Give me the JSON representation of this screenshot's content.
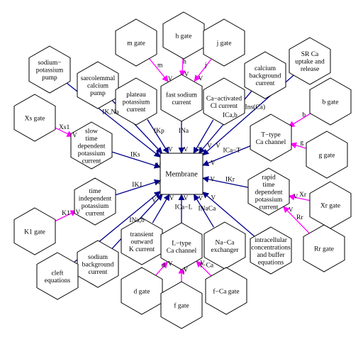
{
  "nodes": [
    {
      "id": "membrane",
      "shape": "box",
      "lines": [
        "Membrane"
      ]
    },
    {
      "id": "m_gate",
      "shape": "hex",
      "lines": [
        "m gate"
      ]
    },
    {
      "id": "h_gate",
      "shape": "hex",
      "lines": [
        "h gate"
      ]
    },
    {
      "id": "j_gate",
      "shape": "hex",
      "lines": [
        "j gate"
      ]
    },
    {
      "id": "sodium_potassium_pump",
      "shape": "hex",
      "lines": [
        "sodium−",
        "potassium",
        "pump"
      ]
    },
    {
      "id": "sarcolemmal_calcium_pump",
      "shape": "hex",
      "lines": [
        "sarcolemmal",
        "calcium",
        "pump"
      ]
    },
    {
      "id": "calcium_background_current",
      "shape": "hex",
      "lines": [
        "calcium",
        "background",
        "current"
      ]
    },
    {
      "id": "sr_ca",
      "shape": "hex",
      "lines": [
        "SR Ca",
        "uptake and",
        "release"
      ]
    },
    {
      "id": "plateau_potassium_current",
      "shape": "hex",
      "lines": [
        "plateau",
        "potassium",
        "current"
      ]
    },
    {
      "id": "fast_sodium_current",
      "shape": "hex",
      "lines": [
        "fast sodium",
        "current"
      ]
    },
    {
      "id": "ca_activated_cl_current",
      "shape": "hex",
      "lines": [
        "Ca−activated",
        "Cl current"
      ]
    },
    {
      "id": "b_gate",
      "shape": "hex",
      "lines": [
        "b gate"
      ]
    },
    {
      "id": "xs_gate",
      "shape": "hex",
      "lines": [
        "Xs gate"
      ]
    },
    {
      "id": "slow_time_dependent_potassium_current",
      "shape": "hex",
      "lines": [
        "slow",
        "time",
        "dependent",
        "potassium",
        "current"
      ]
    },
    {
      "id": "t_type_ca_channel",
      "shape": "hex",
      "lines": [
        "T−type",
        "Ca channel"
      ]
    },
    {
      "id": "g_gate",
      "shape": "hex",
      "lines": [
        "g gate"
      ]
    },
    {
      "id": "rapid_time_dependent_potassium_current",
      "shape": "hex",
      "lines": [
        "rapid",
        "time",
        "dependent",
        "potassium",
        "current"
      ]
    },
    {
      "id": "time_independent_potassium_current",
      "shape": "hex",
      "lines": [
        "time",
        "independent",
        "potassium",
        "current"
      ]
    },
    {
      "id": "xr_gate",
      "shape": "hex",
      "lines": [
        "Xr gate"
      ]
    },
    {
      "id": "k1_gate",
      "shape": "hex",
      "lines": [
        "K1 gate"
      ]
    },
    {
      "id": "transient_outward_k_current",
      "shape": "hex",
      "lines": [
        "transient",
        "outward",
        "K current"
      ]
    },
    {
      "id": "l_type_ca_channel",
      "shape": "hex",
      "lines": [
        "L−type",
        "Ca channel"
      ]
    },
    {
      "id": "na_ca_exchanger",
      "shape": "hex",
      "lines": [
        "Na−Ca",
        "exchanger"
      ]
    },
    {
      "id": "intracellular_concentrations",
      "shape": "hex",
      "lines": [
        "intracellular",
        "concentrations",
        "and buffer",
        "equations"
      ]
    },
    {
      "id": "rr_gate",
      "shape": "hex",
      "lines": [
        "Rr gate"
      ]
    },
    {
      "id": "sodium_background_current",
      "shape": "hex",
      "lines": [
        "sodium",
        "background",
        "current"
      ]
    },
    {
      "id": "cleft_equations",
      "shape": "hex",
      "lines": [
        "cleft",
        "equations"
      ]
    },
    {
      "id": "d_gate",
      "shape": "hex",
      "lines": [
        "d gate"
      ]
    },
    {
      "id": "f_gate",
      "shape": "hex",
      "lines": [
        "f gate"
      ]
    },
    {
      "id": "f_ca_gate",
      "shape": "hex",
      "lines": [
        "f−Ca gate"
      ]
    }
  ],
  "edges": [
    {
      "from": "m_gate",
      "to": "fast_sodium_current",
      "color": "#ff00ff",
      "label": "m",
      "end_label": "V"
    },
    {
      "from": "h_gate",
      "to": "fast_sodium_current",
      "color": "#ff00ff",
      "label": "h",
      "end_label": "V"
    },
    {
      "from": "j_gate",
      "to": "fast_sodium_current",
      "color": "#ff00ff",
      "label": "j",
      "end_label": "V"
    },
    {
      "from": "b_gate",
      "to": "t_type_ca_channel",
      "color": "#ff00ff",
      "label": "b",
      "end_label": ""
    },
    {
      "from": "g_gate",
      "to": "t_type_ca_channel",
      "color": "#ff00ff",
      "label": "g",
      "end_label": ""
    },
    {
      "from": "xs_gate",
      "to": "slow_time_dependent_potassium_current",
      "color": "#ff00ff",
      "label": "Xs1",
      "end_label": "V"
    },
    {
      "from": "xr_gate",
      "to": "rapid_time_dependent_potassium_current",
      "color": "#ff00ff",
      "label": "Xr",
      "end_label": "V"
    },
    {
      "from": "rr_gate",
      "to": "rapid_time_dependent_potassium_current",
      "color": "#ff00ff",
      "label": "Rr",
      "end_label": "V"
    },
    {
      "from": "k1_gate",
      "to": "time_independent_potassium_current",
      "color": "#ff00ff",
      "label": "K1",
      "end_label": "V"
    },
    {
      "from": "d_gate",
      "to": "l_type_ca_channel",
      "color": "#ff00ff",
      "label": "d",
      "end_label": "V"
    },
    {
      "from": "f_gate",
      "to": "l_type_ca_channel",
      "color": "#ff00ff",
      "label": "f",
      "end_label": "V"
    },
    {
      "from": "f_ca_gate",
      "to": "l_type_ca_channel",
      "color": "#ff00ff",
      "label": "f−Ca",
      "end_label": "V"
    },
    {
      "from": "sodium_potassium_pump",
      "to": "membrane",
      "color": "#00008b",
      "label": "IK,Na",
      "end_label": ""
    },
    {
      "from": "sarcolemmal_calcium_pump",
      "to": "membrane",
      "color": "#00008b",
      "label": "",
      "end_label": ""
    },
    {
      "from": "plateau_potassium_current",
      "to": "membrane",
      "color": "#00008b",
      "label": "IKp",
      "end_label": "V"
    },
    {
      "from": "fast_sodium_current",
      "to": "membrane",
      "color": "#00008b",
      "label": "INa",
      "end_label": "V"
    },
    {
      "from": "calcium_background_current",
      "to": "membrane",
      "color": "#00008b",
      "label": "ICa,b",
      "end_label": "V"
    },
    {
      "from": "ca_activated_cl_current",
      "to": "membrane",
      "color": "#00008b",
      "label": "",
      "end_label": "V"
    },
    {
      "from": "sr_ca",
      "to": "membrane",
      "color": "#00008b",
      "label": "Ins(Ca)",
      "end_label": "V"
    },
    {
      "from": "t_type_ca_channel",
      "to": "membrane",
      "color": "#00008b",
      "label": "ICa−T",
      "end_label": "V"
    },
    {
      "from": "slow_time_dependent_potassium_current",
      "to": "membrane",
      "color": "#00008b",
      "label": "IKs",
      "end_label": "V"
    },
    {
      "from": "rapid_time_dependent_potassium_current",
      "to": "membrane",
      "color": "#00008b",
      "label": "IKr",
      "end_label": "V"
    },
    {
      "from": "time_independent_potassium_current",
      "to": "membrane",
      "color": "#00008b",
      "label": "IK1",
      "end_label": "V"
    },
    {
      "from": "transient_outward_k_current",
      "to": "membrane",
      "color": "#00008b",
      "label": "",
      "end_label": "V"
    },
    {
      "from": "l_type_ca_channel",
      "to": "membrane",
      "color": "#00008b",
      "label": "ICa−L",
      "end_label": "V"
    },
    {
      "from": "na_ca_exchanger",
      "to": "membrane",
      "color": "#00008b",
      "label": "INaCa",
      "end_label": "V"
    },
    {
      "from": "intracellular_concentrations",
      "to": "membrane",
      "color": "#00008b",
      "label": "",
      "end_label": "V"
    },
    {
      "from": "sodium_background_current",
      "to": "membrane",
      "color": "#00008b",
      "label": "INa,b",
      "end_label": ""
    },
    {
      "from": "cleft_equations",
      "to": "membrane",
      "color": "#00008b",
      "label": "",
      "end_label": "V"
    }
  ]
}
